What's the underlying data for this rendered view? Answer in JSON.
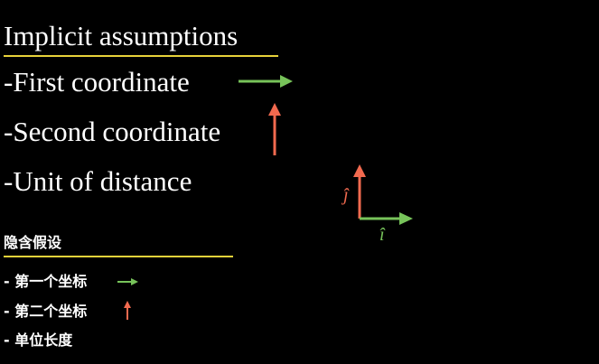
{
  "english": {
    "title": "Implicit assumptions",
    "items": [
      "-First coordinate",
      "-Second coordinate",
      "-Unit of distance"
    ]
  },
  "chinese": {
    "title": "隐含假设",
    "items": [
      "- 第一个坐标",
      "- 第二个坐标",
      "- 单位长度"
    ]
  },
  "basis": {
    "i_label": "î",
    "j_label": "ĵ"
  },
  "colors": {
    "text": "#ffffff",
    "underline": "#e8d23a",
    "i_vector": "#77c35a",
    "j_vector": "#f26a4f"
  }
}
